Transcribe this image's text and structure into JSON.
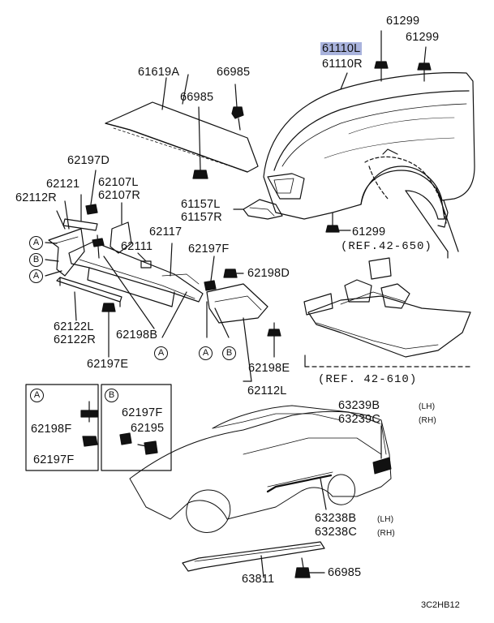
{
  "labels": {
    "p61299_top": "61299",
    "p61110L": "61110L",
    "p61299_right": "61299",
    "p61110R": "61110R",
    "p61619A": "61619A",
    "p66985_a": "66985",
    "p66985_b": "66985",
    "p62197D": "62197D",
    "p62121": "62121",
    "p62107L": "62107L",
    "p62107R": "62107R",
    "p62112R": "62112R",
    "p61157L": "61157L",
    "p61157R": "61157R",
    "p61299_mid": "61299",
    "ref_42_650": "(REF.42-650)",
    "p62117": "62117",
    "p62111": "62111",
    "p62197F_a": "62197F",
    "p62198D": "62198D",
    "p62122L": "62122L",
    "p62122R": "62122R",
    "p62198B": "62198B",
    "p62197E": "62197E",
    "p62198E": "62198E",
    "ref_42_610": "(REF. 42-610)",
    "p62112L": "62112L",
    "p62198F": "62198F",
    "p62197F_box": "62197F",
    "p62197F_b": "62197F",
    "p62195": "62195",
    "p63239B": "63239B",
    "p63239C": "63239C",
    "lh1": "(LH)",
    "rh1": "(RH)",
    "p63238B": "63238B",
    "p63238C": "63238C",
    "lh2": "(LH)",
    "rh2": "(RH)",
    "p63811": "63811",
    "p66985_c": "66985"
  },
  "callouts": {
    "a1": "A",
    "b1": "B",
    "a2": "A",
    "a3": "A",
    "a4": "A",
    "b2": "B",
    "box_a": "A",
    "box_b": "B"
  },
  "diagram_code": "3C2HB12"
}
